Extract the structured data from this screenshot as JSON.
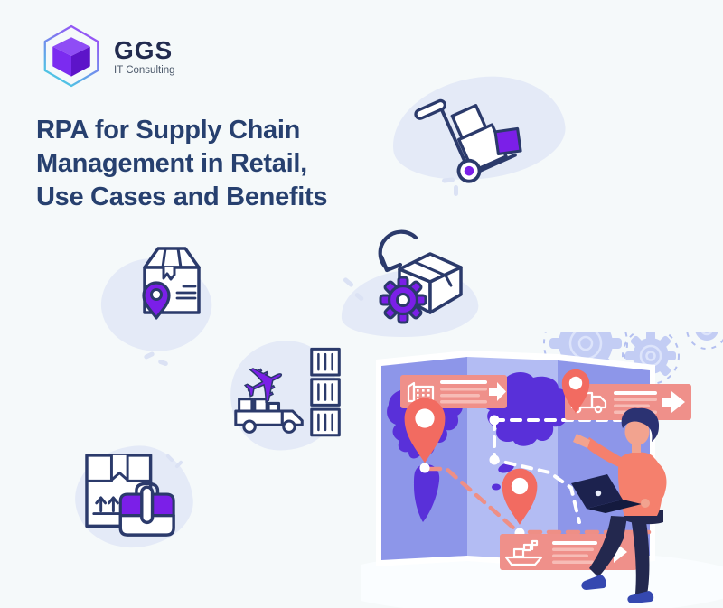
{
  "logo": {
    "company": "GGS",
    "tagline": "IT Consulting",
    "icon": "hexagon-cube-logo"
  },
  "heading": {
    "lines": [
      "RPA for Supply Chain",
      "Management in Retail,",
      "Use Cases and Benefits"
    ]
  },
  "illustrations": {
    "hand_truck": "hand-truck-with-boxes-icon",
    "package_tracking": "package-location-pin-icon",
    "automated_packing": "box-gear-arrow-icon",
    "transport": "plane-truck-containers-icon",
    "business_delivery": "box-briefcase-icon",
    "map_scene": {
      "map": "folded-world-map",
      "pins": "location-pin-icon",
      "cards": [
        "factory-card",
        "truck-card",
        "ship-card"
      ],
      "gears": "gears-icon",
      "person": "man-with-laptop-pointing-icon"
    }
  },
  "colors": {
    "bg": "#f5f9fa",
    "blob": "#e4eaf7",
    "dash": "#dbe2f4",
    "navy": "#2b3a6b",
    "purple": "#7b1fe8",
    "heading": "#27406f",
    "logo_text": "#222b4f",
    "tagline_text": "#4d5a6b",
    "hex_top": "#9a4df6",
    "hex_bottom": "#45d5e2",
    "cube_top": "#8f4df5",
    "cube_left": "#7b2bf0",
    "cube_right": "#5d14c9",
    "cube_teal": "#35d0dc",
    "map_side": "#8d96e9",
    "map_mid": "#b3bcf3",
    "continent": "#5930d9",
    "pin": "#f26b61",
    "card": "#ef908a",
    "card_line": "#f7bcb6",
    "route": "#ee8f86",
    "gear": "#c3cdf4",
    "gear_line": "#dde4fb",
    "gear_dash": "#b4c0f0",
    "shirt": "#f5806d",
    "skin": "#f2a38f",
    "hair": "#2b3272",
    "pants": "#23284e",
    "laptop": "#1c224e",
    "laptop_base": "#141a3e",
    "shoe": "#3548b0",
    "wave": "#fafdff"
  }
}
